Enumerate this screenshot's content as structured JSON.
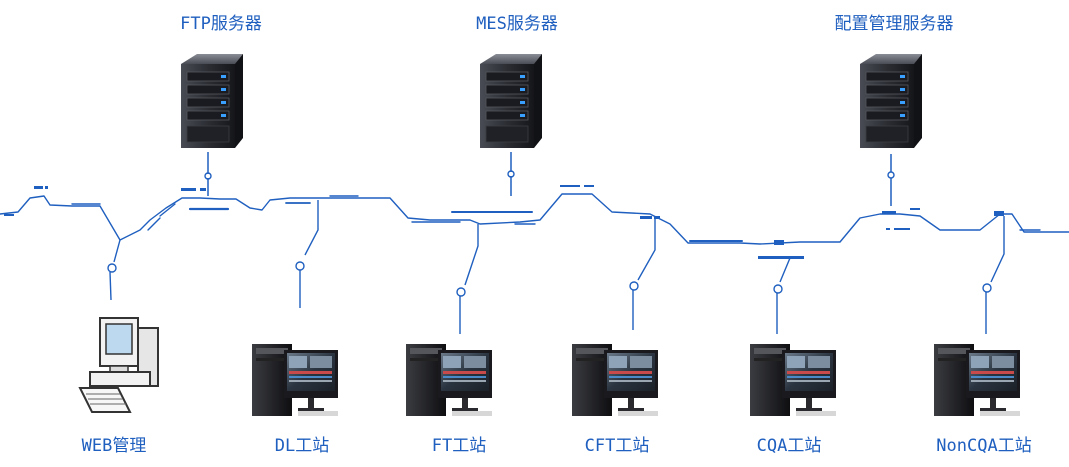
{
  "diagram": {
    "servers": [
      {
        "id": "ftp",
        "label": "FTP服务器"
      },
      {
        "id": "mes",
        "label": "MES服务器"
      },
      {
        "id": "config",
        "label": "配置管理服务器"
      }
    ],
    "terminals": [
      {
        "id": "web",
        "label": "WEB管理",
        "kind": "pc"
      },
      {
        "id": "dl",
        "label": "DL工站",
        "kind": "workstation"
      },
      {
        "id": "ft",
        "label": "FT工站",
        "kind": "workstation"
      },
      {
        "id": "cft",
        "label": "CFT工站",
        "kind": "workstation"
      },
      {
        "id": "cqa",
        "label": "CQA工站",
        "kind": "workstation"
      },
      {
        "id": "noncqa",
        "label": "NonCQA工站",
        "kind": "workstation"
      }
    ],
    "colors": {
      "line": "#1f5fbf",
      "label": "#1f5fbf",
      "server_body": "#2b2d33",
      "server_led": "#3aa0ff"
    }
  }
}
